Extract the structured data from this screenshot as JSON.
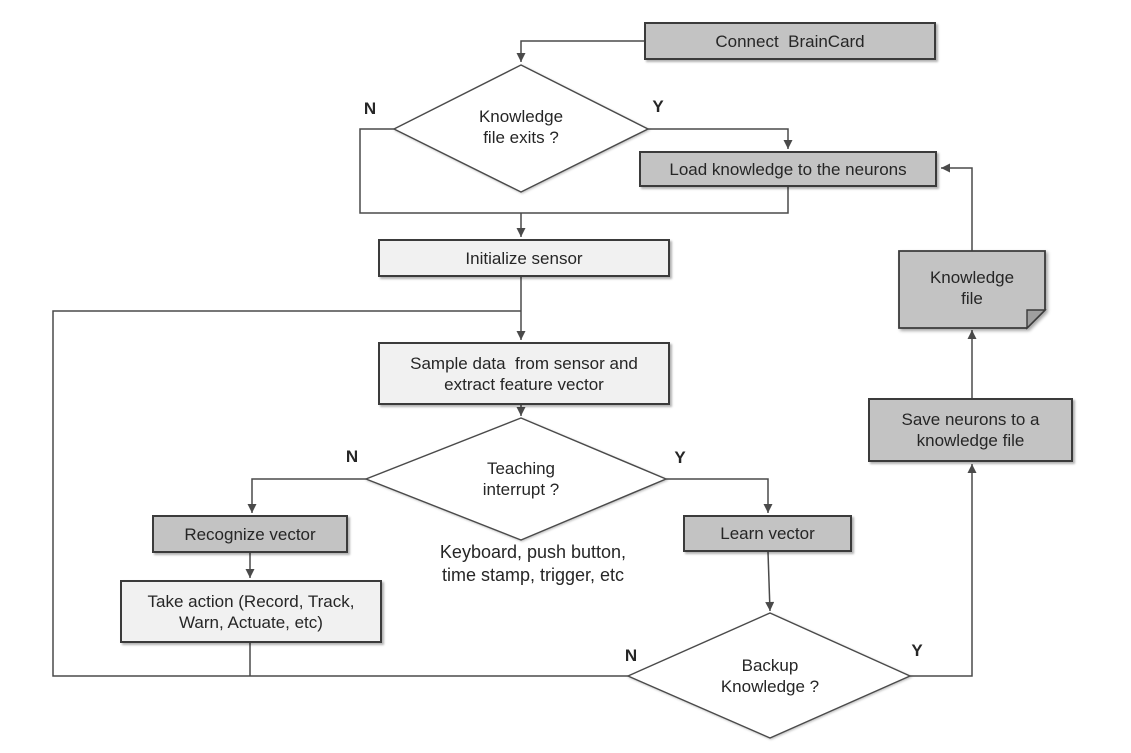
{
  "diagram_type": "flowchart",
  "nodes": {
    "connect_braincard": {
      "label": "Connect  BrainCard"
    },
    "knowledge_file_exists": {
      "label": "Knowledge\nfile exits ?"
    },
    "load_knowledge": {
      "label": "Load knowledge to the neurons"
    },
    "initialize_sensor": {
      "label": "Initialize sensor"
    },
    "sample_data": {
      "label": "Sample data  from sensor and\nextract feature vector"
    },
    "teaching_interrupt": {
      "label": "Teaching\ninterrupt ?"
    },
    "interrupt_sources_note": {
      "label": "Keyboard, push button,\ntime stamp, trigger, etc"
    },
    "recognize_vector": {
      "label": "Recognize vector"
    },
    "take_action": {
      "label": "Take action (Record, Track,\nWarn, Actuate, etc)"
    },
    "learn_vector": {
      "label": "Learn vector"
    },
    "backup_knowledge": {
      "label": "Backup\nKnowledge ?"
    },
    "save_neurons": {
      "label": "Save neurons to a\nknowledge file"
    },
    "knowledge_file": {
      "label": "Knowledge\nfile"
    }
  },
  "branches": {
    "knowledge_file_exists_no": "N",
    "knowledge_file_exists_yes": "Y",
    "teaching_interrupt_no": "N",
    "teaching_interrupt_yes": "Y",
    "backup_knowledge_no": "N",
    "backup_knowledge_yes": "Y"
  },
  "colors": {
    "background": "#ffffff",
    "process_fill_dark": "#c3c3c3",
    "process_fill_light": "#f1f1f1",
    "decision_fill": "#ffffff",
    "border": "#3b3b3b",
    "line": "#4a4a4a",
    "text": "#262626"
  }
}
